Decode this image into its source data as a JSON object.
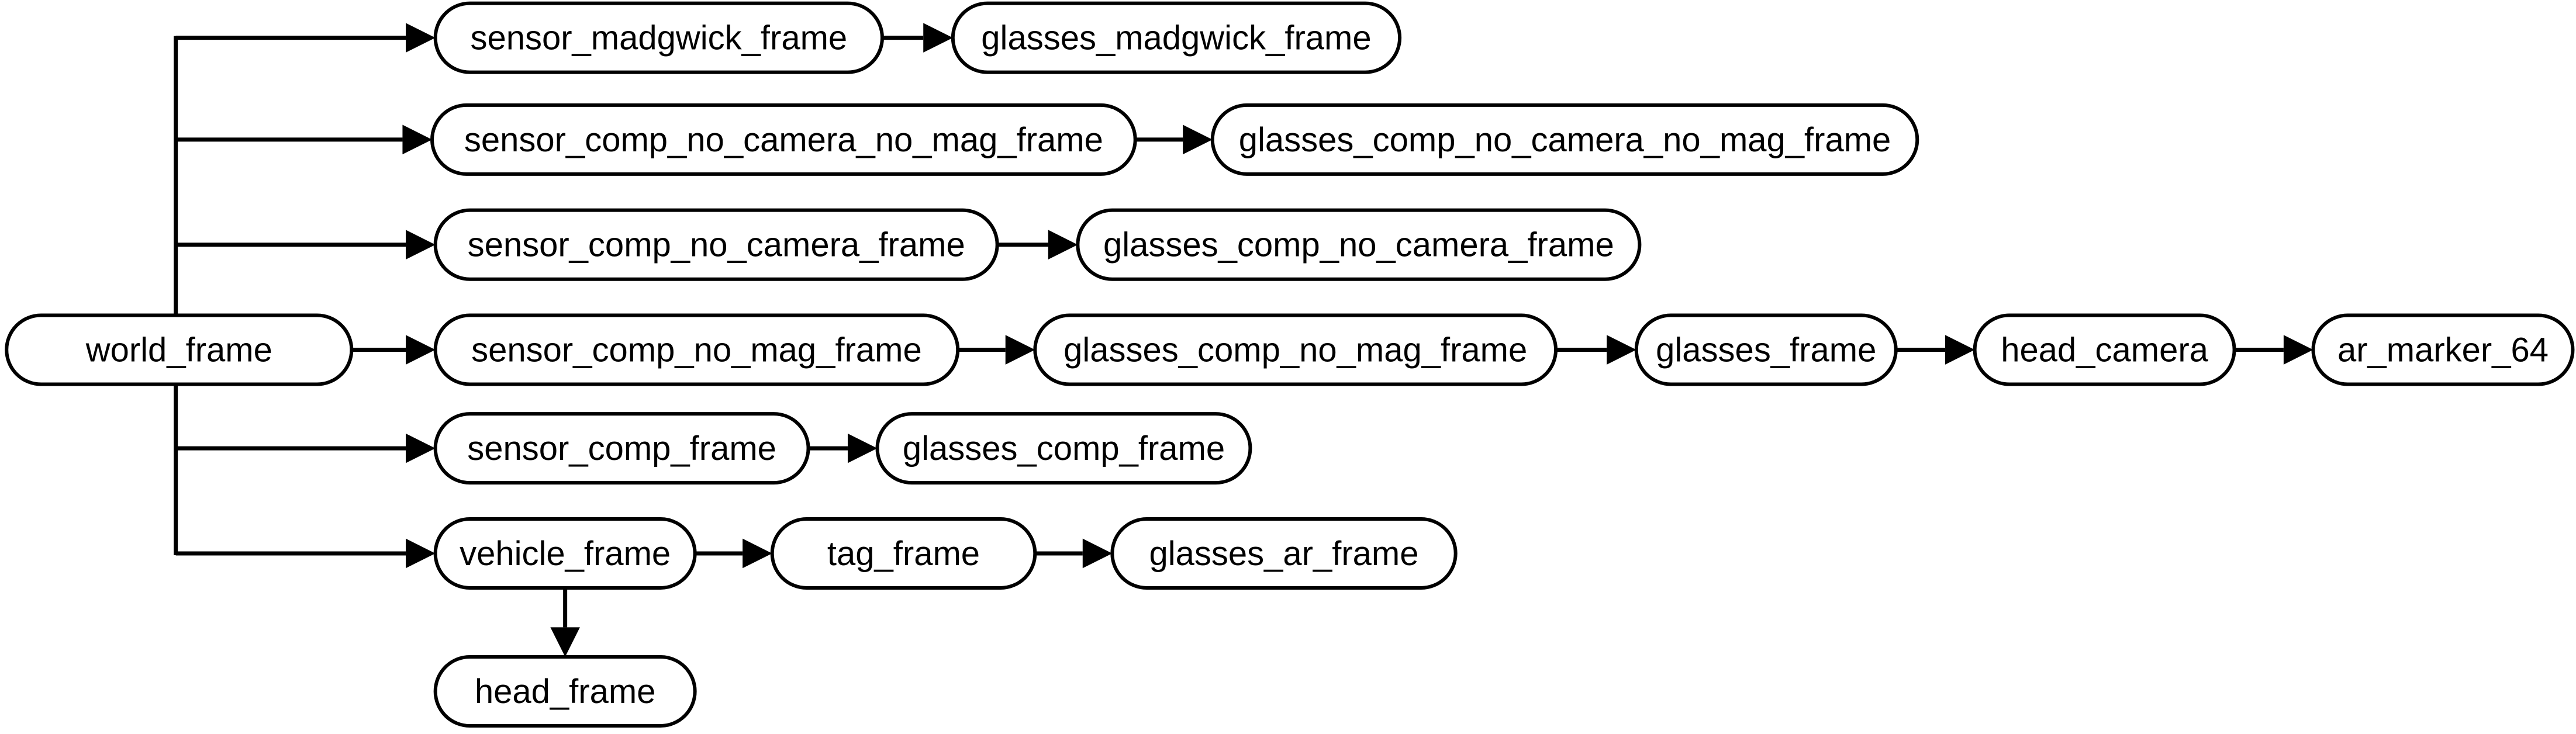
{
  "nodes": [
    {
      "id": "world_frame",
      "label": "world_frame"
    },
    {
      "id": "sensor_madgwick_frame",
      "label": "sensor_madgwick_frame"
    },
    {
      "id": "glasses_madgwick_frame",
      "label": "glasses_madgwick_frame"
    },
    {
      "id": "sensor_comp_no_camera_no_mag_frame",
      "label": "sensor_comp_no_camera_no_mag_frame"
    },
    {
      "id": "glasses_comp_no_camera_no_mag_frame",
      "label": "glasses_comp_no_camera_no_mag_frame"
    },
    {
      "id": "sensor_comp_no_camera_frame",
      "label": "sensor_comp_no_camera_frame"
    },
    {
      "id": "glasses_comp_no_camera_frame",
      "label": "glasses_comp_no_camera_frame"
    },
    {
      "id": "sensor_comp_no_mag_frame",
      "label": "sensor_comp_no_mag_frame"
    },
    {
      "id": "glasses_comp_no_mag_frame",
      "label": "glasses_comp_no_mag_frame"
    },
    {
      "id": "glasses_frame",
      "label": "glasses_frame"
    },
    {
      "id": "head_camera",
      "label": "head_camera"
    },
    {
      "id": "ar_marker_64",
      "label": "ar_marker_64"
    },
    {
      "id": "sensor_comp_frame",
      "label": "sensor_comp_frame"
    },
    {
      "id": "glasses_comp_frame",
      "label": "glasses_comp_frame"
    },
    {
      "id": "vehicle_frame",
      "label": "vehicle_frame"
    },
    {
      "id": "tag_frame",
      "label": "tag_frame"
    },
    {
      "id": "glasses_ar_frame",
      "label": "glasses_ar_frame"
    },
    {
      "id": "head_frame",
      "label": "head_frame"
    }
  ],
  "edges": [
    [
      "world_frame",
      "sensor_madgwick_frame"
    ],
    [
      "sensor_madgwick_frame",
      "glasses_madgwick_frame"
    ],
    [
      "world_frame",
      "sensor_comp_no_camera_no_mag_frame"
    ],
    [
      "sensor_comp_no_camera_no_mag_frame",
      "glasses_comp_no_camera_no_mag_frame"
    ],
    [
      "world_frame",
      "sensor_comp_no_camera_frame"
    ],
    [
      "sensor_comp_no_camera_frame",
      "glasses_comp_no_camera_frame"
    ],
    [
      "world_frame",
      "sensor_comp_no_mag_frame"
    ],
    [
      "sensor_comp_no_mag_frame",
      "glasses_comp_no_mag_frame"
    ],
    [
      "glasses_comp_no_mag_frame",
      "glasses_frame"
    ],
    [
      "glasses_frame",
      "head_camera"
    ],
    [
      "head_camera",
      "ar_marker_64"
    ],
    [
      "world_frame",
      "sensor_comp_frame"
    ],
    [
      "sensor_comp_frame",
      "glasses_comp_frame"
    ],
    [
      "world_frame",
      "vehicle_frame"
    ],
    [
      "vehicle_frame",
      "tag_frame"
    ],
    [
      "tag_frame",
      "glasses_ar_frame"
    ],
    [
      "vehicle_frame",
      "head_frame"
    ]
  ]
}
